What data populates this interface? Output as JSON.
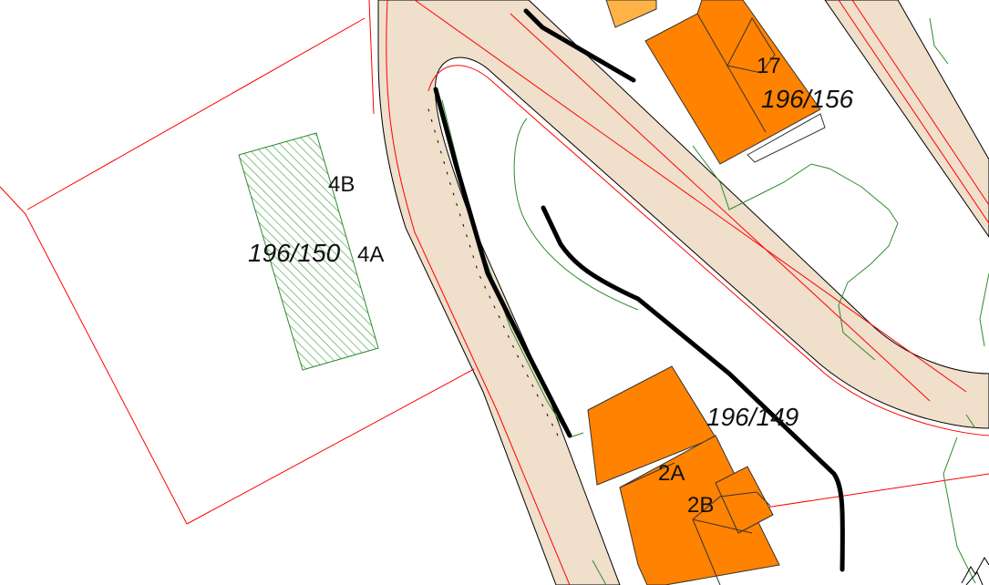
{
  "map": {
    "parcels": [
      {
        "id": "p150",
        "label": "196/150"
      },
      {
        "id": "p156",
        "label": "196/156"
      },
      {
        "id": "p149",
        "label": "196/149"
      }
    ],
    "address_labels": [
      "4B",
      "4A",
      "17",
      "2A",
      "2B"
    ],
    "colors": {
      "road_fill": "#efdfcb",
      "building_fill": "#ff8200",
      "building_light_fill": "#ffb347",
      "property_line": "#ff0000",
      "vegetation_line": "#2e8b2e",
      "hatch": "#3a9a3a",
      "retaining_wall": "#000000"
    },
    "icons": {
      "parcel_boundary": "property-boundary-line",
      "hatched_area": "hatched-area-icon",
      "retaining_wall": "retaining-wall-line"
    }
  }
}
